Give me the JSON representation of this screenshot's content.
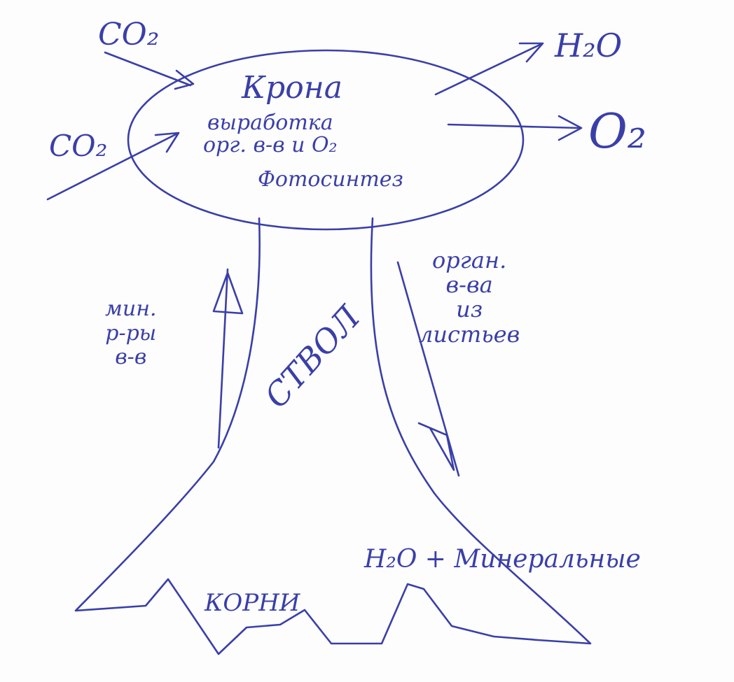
{
  "diagram": {
    "crown": {
      "title": "Крона",
      "subtitle": "выработка\nорг. в-в и O₂",
      "process": "Фотосинтез"
    },
    "inputs": {
      "co2_top": "CO₂",
      "co2_left": "CO₂"
    },
    "outputs": {
      "water": "H₂O",
      "oxygen": "O₂"
    },
    "trunk": "СТВОЛ",
    "upward_flow": "мин.\nр-ры\nв-в",
    "downward_flow": "орган.\nв-ва\nиз\nлистьев",
    "roots": "КОРНИ",
    "soil": "H₂O + Минеральные",
    "colors": {
      "ink": "#3a3fa8",
      "paper": "#fdfdfd"
    }
  }
}
